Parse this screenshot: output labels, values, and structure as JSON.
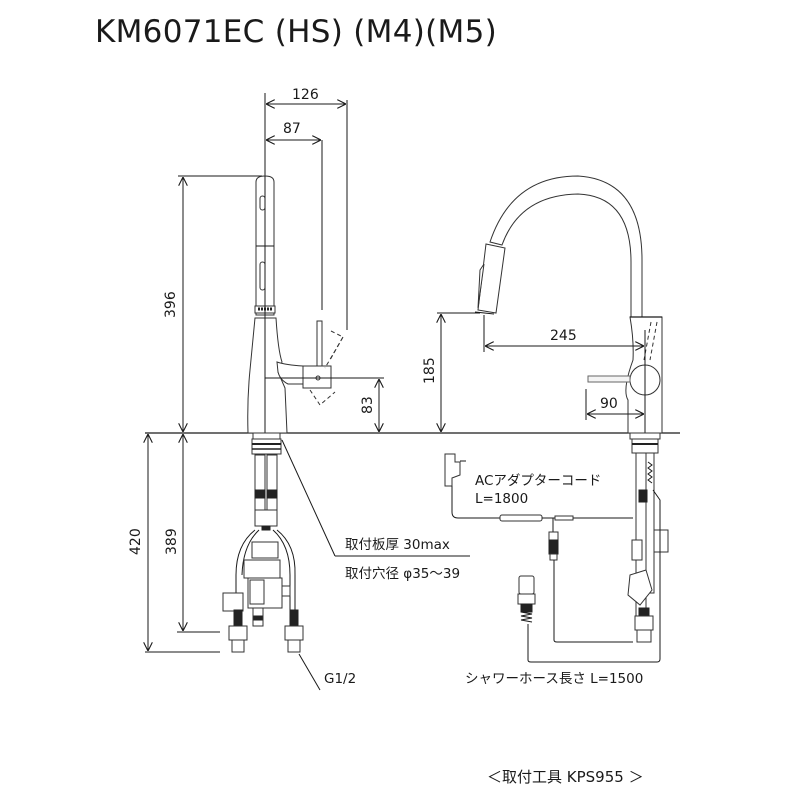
{
  "title": "KM6071EC (HS) (M4)(M5)",
  "side_view": {
    "dimensions": {
      "spout_reach_outer": "126",
      "spout_reach_inner": "87",
      "height_above_deck": "396",
      "lever_height": "83",
      "below_deck_total": "420",
      "below_deck_to_connection": "389"
    },
    "labels": {
      "mount_plate_thickness": "取付板厚 30max",
      "mount_hole_diameter": "取付穴径 φ35～39",
      "connection_thread": "G1/2"
    }
  },
  "front_view": {
    "dimensions": {
      "spout_height": "185",
      "spout_reach": "245",
      "lever_reach": "90"
    },
    "labels": {
      "ac_adapter": "ACアダプターコード",
      "ac_adapter_length": "L=1800",
      "shower_hose": "シャワーホース長さ L=1500"
    }
  },
  "footer": {
    "tool": "＜取付工具 KPS955 ＞"
  }
}
